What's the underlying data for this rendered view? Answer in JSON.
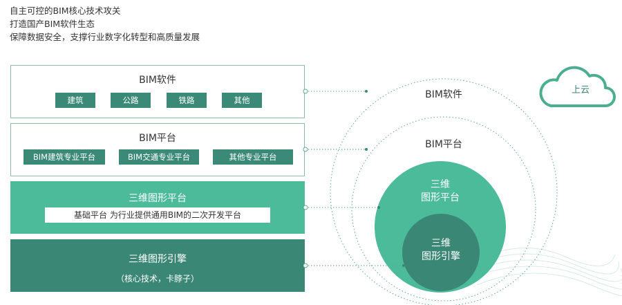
{
  "intro": [
    "自主可控的BIM核心技术攻关",
    "打造国产BIM软件生态",
    "保障数据安全，支撑行业数字化转型和高质量发展"
  ],
  "layers": {
    "software": {
      "title": "BIM软件",
      "items": [
        "建筑",
        "公路",
        "铁路",
        "其他"
      ]
    },
    "platform": {
      "title": "BIM平台",
      "items": [
        "BIM建筑专业平台",
        "BIM交通专业平台",
        "其他专业平台"
      ]
    },
    "graphics": {
      "title": "三维图形平台",
      "desc": "基础平台  为行业提供通用BIM的二次开发平台"
    },
    "engine": {
      "title": "三维图形引擎",
      "desc": "（核心技术，卡脖子）"
    }
  },
  "rings": {
    "outer": "BIM软件",
    "middle": "BIM平台",
    "inner_line1": "三维",
    "inner_line2": "图形平台",
    "core_line1": "三维",
    "core_line2": "图形引擎"
  },
  "cloud": "上云",
  "colors": {
    "dark_green": "#3b8775",
    "light_green": "#4cbb9a",
    "outline": "#8db9a4"
  }
}
